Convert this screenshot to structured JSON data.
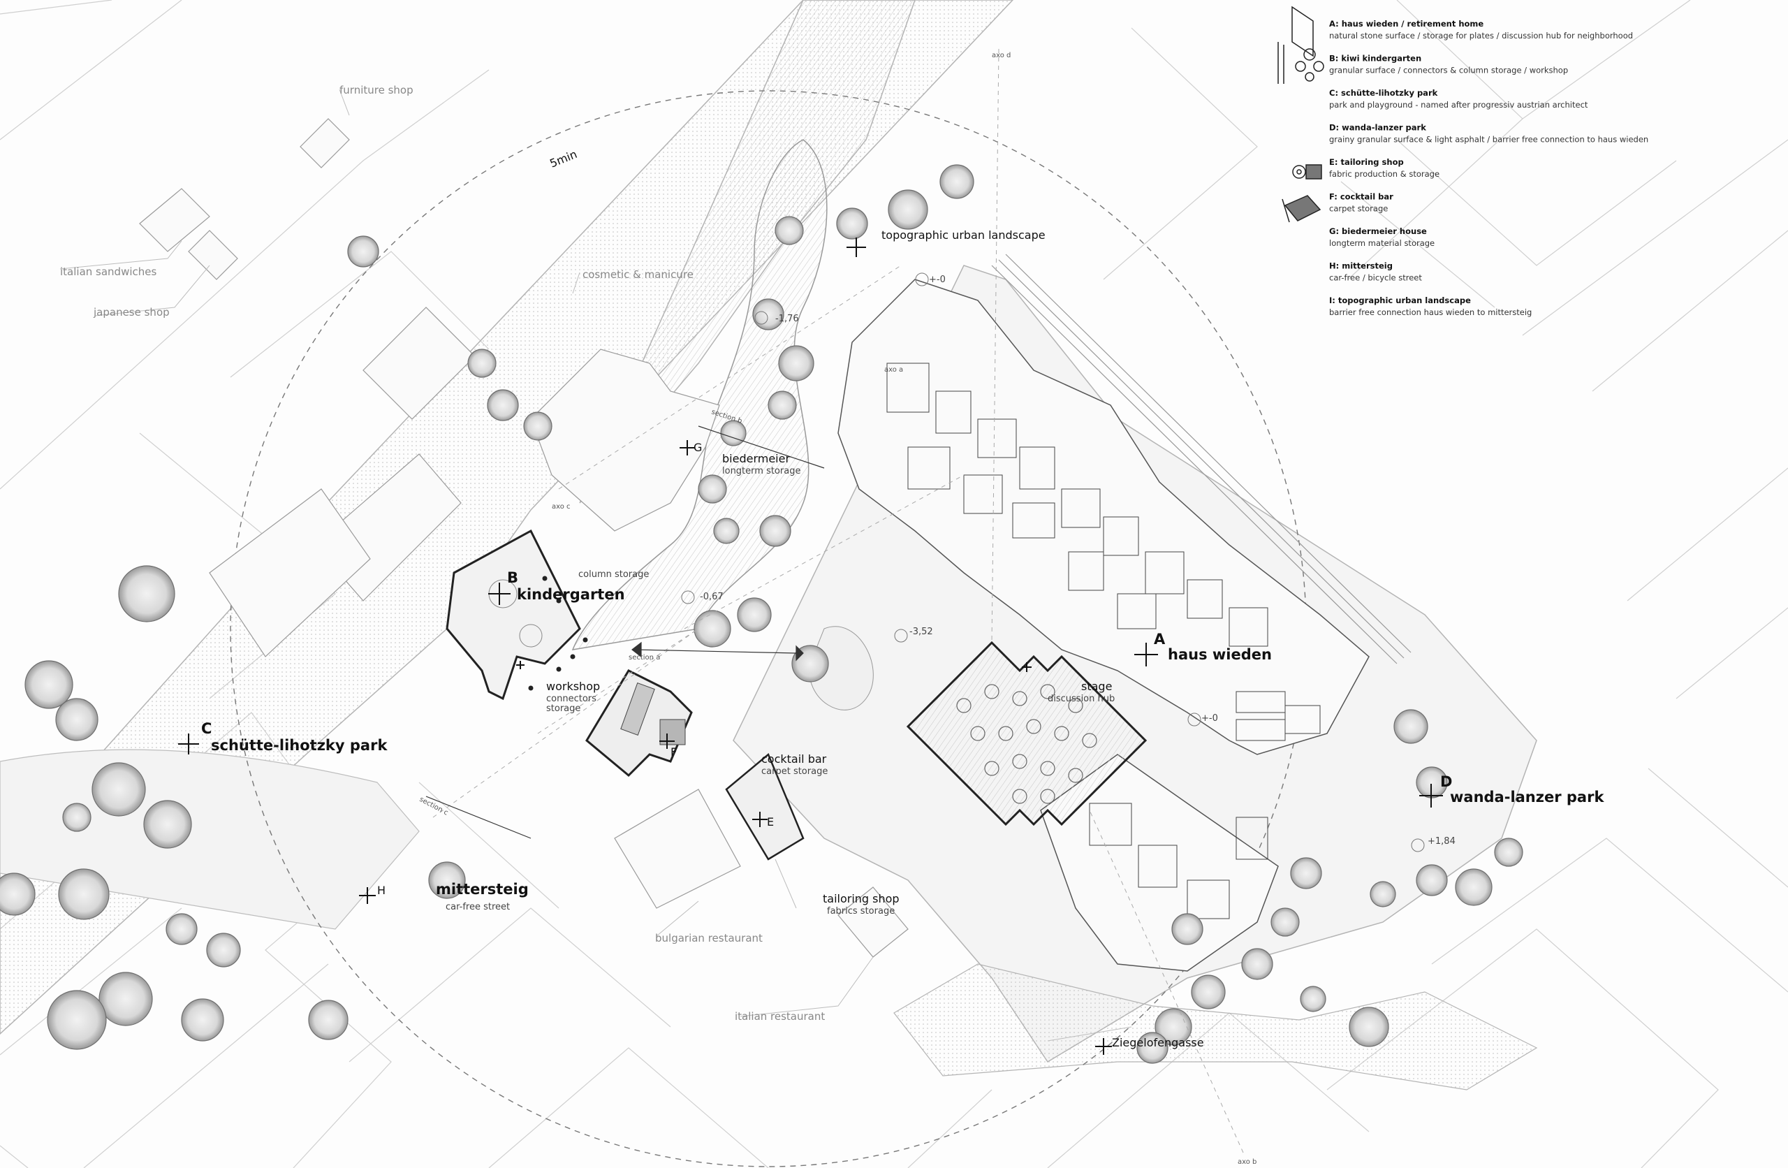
{
  "places": {
    "A": {
      "letter": "A",
      "name": "haus wieden"
    },
    "B": {
      "letter": "B",
      "name": "kindergarten"
    },
    "C": {
      "letter": "C",
      "name": "schütte-lihotzky park"
    },
    "D": {
      "letter": "D",
      "name": "wanda-lanzer park"
    },
    "E": {
      "letter": "E"
    },
    "F": {
      "letter": "F"
    },
    "G": {
      "letter": "G"
    },
    "H": {
      "letter": "H",
      "name": "mittersteig",
      "sub": "car-free street"
    },
    "I": {
      "name": "topographic urban landscape"
    }
  },
  "annotations": {
    "biedermeier": "biedermeier",
    "longterm_storage": "longterm storage",
    "column_storage": "column storage",
    "workshop": "workshop",
    "connectors": "connectors",
    "storage": "storage",
    "stage": "stage",
    "discussion_hub": "discussion hub",
    "cocktail_bar": "cocktail bar",
    "carpet_storage": "carpet storage",
    "tailoring_shop": "tailoring shop",
    "fabrics_storage": "fabrics storage",
    "ziegelofengasse": "Ziegelofengasse",
    "walk_time": "5min"
  },
  "context_shops": {
    "furniture": "furniture shop",
    "italian_sandwiches": "italian sandwiches",
    "japanese": "japanese shop",
    "cosmetic": "cosmetic & manicure",
    "bulgarian": "bulgarian restaurant",
    "italian_restaurant": "italian restaurant"
  },
  "levels": {
    "l1": "-1,76",
    "l2": "-0,67",
    "l3": "-3,52",
    "l4": "+1,84",
    "l5": "+-0",
    "l6": "+-0"
  },
  "small_labels": {
    "section_a": "section a",
    "section_b": "section b",
    "section_c": "section c",
    "axo_a": "axo a",
    "axo_b": "axo b",
    "axo_c": "axo c",
    "axo_d": "axo d"
  },
  "legend": [
    {
      "title": "A: haus wieden / retirement home",
      "desc": "natural stone surface / storage for plates / discussion hub for neighborhood"
    },
    {
      "title": "B: kiwi kindergarten",
      "desc": "granular surface / connectors & column storage / workshop"
    },
    {
      "title": "C: schütte-lihotzky park",
      "desc": "park and playground - named after progressiv austrian architect"
    },
    {
      "title": "D: wanda-lanzer park",
      "desc": "grainy granular surface & light asphalt / barrier free connection to haus wieden"
    },
    {
      "title": "E: tailoring shop",
      "desc": "fabric production & storage"
    },
    {
      "title": "F: cocktail bar",
      "desc": "carpet storage"
    },
    {
      "title": "G: biedermeier house",
      "desc": "longterm material storage"
    },
    {
      "title": "H: mittersteig",
      "desc": "car-free / bicycle street"
    },
    {
      "title": "I: topographic urban landscape",
      "desc": "barrier free connection haus wieden to mittersteig"
    }
  ],
  "colors": {
    "background": "#fdfdfd",
    "line": "#b9b9b9",
    "dark": "#222222",
    "tree": "#7a7a7a"
  }
}
